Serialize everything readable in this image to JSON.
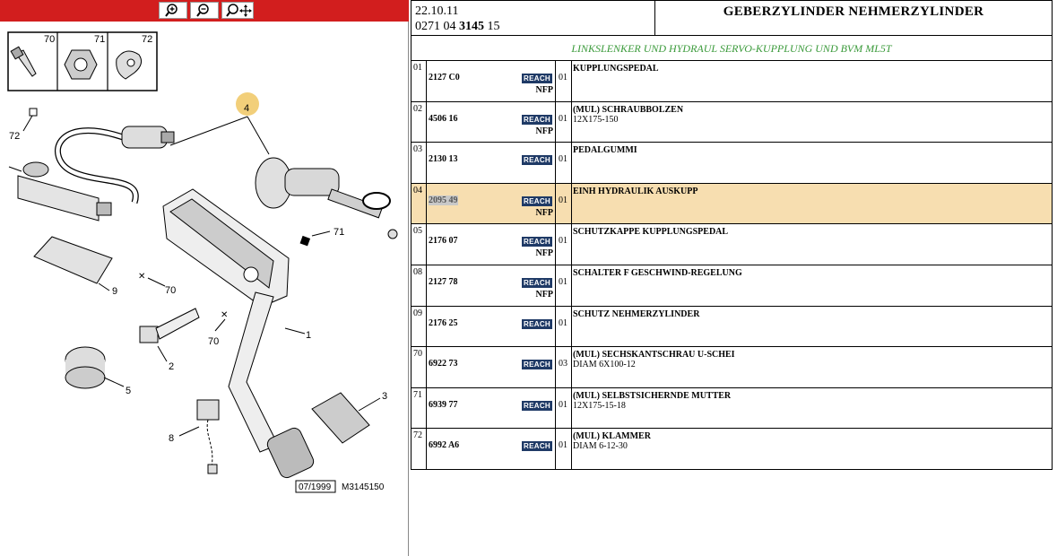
{
  "toolbar": {
    "zoom_in_icon": "zoom-in-icon",
    "zoom_out_icon": "zoom-out-icon",
    "zoom_pan_icon": "zoom-pan-icon",
    "color": "#d21e1e"
  },
  "diagram": {
    "legend": [
      {
        "num": "70"
      },
      {
        "num": "71"
      },
      {
        "num": "72"
      }
    ],
    "callouts": {
      "c4": "4",
      "c72": "72",
      "c71": "71",
      "c9": "9",
      "c70a": "70",
      "c70b": "70",
      "c1": "1",
      "c2": "2",
      "c5": "5",
      "c3": "3",
      "c8": "8"
    },
    "date_box": "07/1999",
    "drawing_ref": "M3145150"
  },
  "header": {
    "date": "22.10.11",
    "code_prefix": "0271 04 ",
    "code_bold": "3145",
    "code_suffix": " 15",
    "title": "GEBERZYLINDER NEHMERZYLINDER"
  },
  "subtitle": "LINKSLENKER UND HYDRAUL SERVO-KUPPLUNG UND BVM ML5T",
  "rows": [
    {
      "idx": "01",
      "ref": "2127 C0",
      "reach": "REACH",
      "nfp": "NFP",
      "qty": "01",
      "d1": "KUPPLUNGSPEDAL",
      "d2": ""
    },
    {
      "idx": "02",
      "ref": "4506 16",
      "reach": "REACH",
      "nfp": "NFP",
      "qty": "01",
      "d1": "(MUL) SCHRAUBBOLZEN",
      "d2": "12X175-150"
    },
    {
      "idx": "03",
      "ref": "2130 13",
      "reach": "REACH",
      "nfp": "",
      "qty": "01",
      "d1": "PEDALGUMMI",
      "d2": ""
    },
    {
      "idx": "04",
      "ref": "2095 49",
      "reach": "REACH",
      "nfp": "NFP",
      "qty": "01",
      "d1": "EINH HYDRAULIK AUSKUPP",
      "d2": "",
      "highlight": true
    },
    {
      "idx": "05",
      "ref": "2176 07",
      "reach": "REACH",
      "nfp": "NFP",
      "qty": "01",
      "d1": "SCHUTZKAPPE KUPPLUNGSPEDAL",
      "d2": ""
    },
    {
      "idx": "08",
      "ref": "2127 78",
      "reach": "REACH",
      "nfp": "NFP",
      "qty": "01",
      "d1": "SCHALTER F GESCHWIND-REGELUNG",
      "d2": ""
    },
    {
      "idx": "09",
      "ref": "2176 25",
      "reach": "REACH",
      "nfp": "",
      "qty": "01",
      "d1": "SCHUTZ NEHMERZYLINDER",
      "d2": ""
    },
    {
      "idx": "70",
      "ref": "6922 73",
      "reach": "REACH",
      "nfp": "",
      "qty": "03",
      "d1": "(MUL) SECHSKANTSCHRAU U-SCHEI",
      "d2": "DIAM 6X100-12"
    },
    {
      "idx": "71",
      "ref": "6939 77",
      "reach": "REACH",
      "nfp": "",
      "qty": "01",
      "d1": "(MUL) SELBSTSICHERNDE MUTTER",
      "d2": "12X175-15-18"
    },
    {
      "idx": "72",
      "ref": "6992 A6",
      "reach": "REACH",
      "nfp": "",
      "qty": "01",
      "d1": "(MUL) KLAMMER",
      "d2": "DIAM 6-12-30"
    }
  ],
  "colors": {
    "highlight": "#f7deb0",
    "reach_badge": "#1f3a66",
    "subtitle_green": "#3a9a3a",
    "callout_marker": "#f2cf7a"
  }
}
